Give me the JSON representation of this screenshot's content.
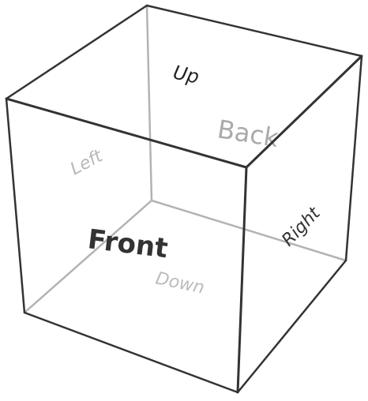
{
  "labels": {
    "front": "Front",
    "up": "Up",
    "back": "Back",
    "left": "Left",
    "right": "Right",
    "down": "Down"
  },
  "colors": {
    "front_edges": "#333333",
    "hidden_edges": "#b3b3b3",
    "front_label": "#333333",
    "up_label": "#222222",
    "right_label": "#333333",
    "back_label": "#aaaaaa",
    "left_label": "#b8b8b8",
    "down_label": "#bbbbbb"
  }
}
